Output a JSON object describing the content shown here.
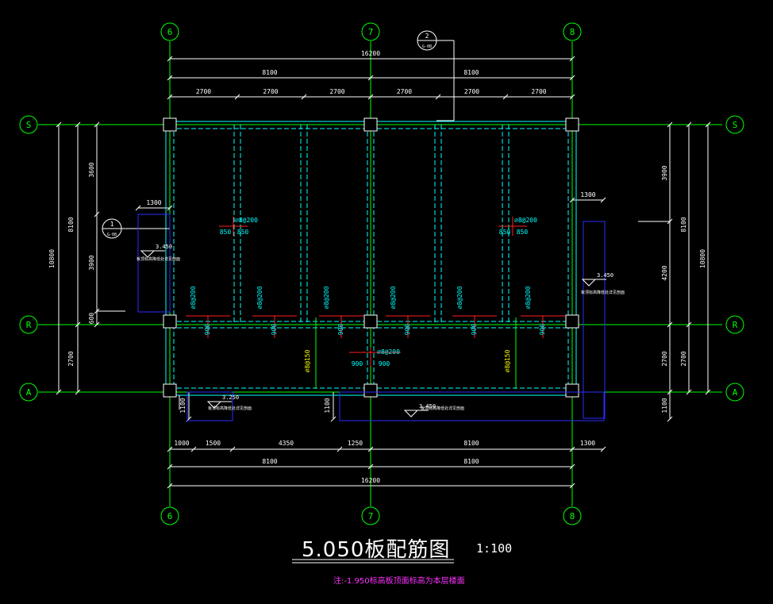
{
  "drawing": {
    "title": "5.050板配筋图",
    "scale": "1:100",
    "note": "注:-1.950标高板顶面标高为本层楼面",
    "grid_columns": [
      "6",
      "7",
      "8"
    ],
    "grid_rows": [
      "S",
      "R",
      "A"
    ],
    "section_marks": [
      {
        "number": "1",
        "sheet": "G-08"
      },
      {
        "number": "2",
        "sheet": "G-08"
      }
    ],
    "top_dims": {
      "total": "16200",
      "halves": [
        "8100",
        "8100"
      ],
      "bays": [
        "2700",
        "2700",
        "2700",
        "2700",
        "2700",
        "2700"
      ]
    },
    "bottom_dims": {
      "segments": [
        "1000",
        "1500",
        "4350",
        "1250",
        "8100",
        "1300"
      ],
      "halves": [
        "8100",
        "8100"
      ],
      "total": "16200"
    },
    "left_dims": {
      "outer": "10800",
      "mid": [
        "8100",
        "2700"
      ],
      "inner": [
        "3600",
        "3900",
        "600"
      ],
      "bottom_offset": "1100"
    },
    "right_dims": {
      "outer": "10800",
      "mid": [
        "8100",
        "2700"
      ],
      "inner": [
        "3900",
        "4200"
      ],
      "bottom_offset": "1100"
    },
    "opening_dims": {
      "left": "1300",
      "right": "1300",
      "bottom_mid": "1100"
    },
    "level_marks": [
      "3.450",
      "3.450",
      "3.250",
      "3.450"
    ],
    "opening_note": "板顶标高降低处详见剖面",
    "rebar_labels": {
      "upper_bar": "⌀8@200",
      "upper_len": "850",
      "support_bar": "⌀8@200",
      "support_len": "900",
      "lower_bar": "⌀8@150",
      "middle_bar": "⌀8@200",
      "middle_len": "900"
    }
  }
}
